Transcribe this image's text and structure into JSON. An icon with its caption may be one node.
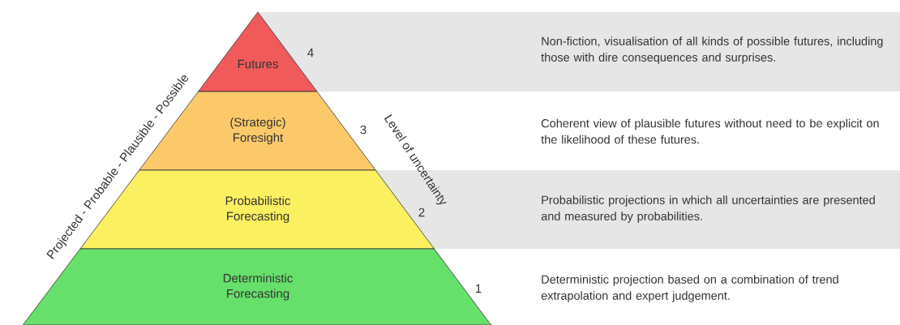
{
  "diagram": {
    "nodes": [
      {
        "text": [
          "Futures"
        ],
        "beside": [
          "4"
        ]
      },
      {
        "text": [
          "(Strategic) Foresight"
        ],
        "beside": [
          "3"
        ]
      },
      {
        "text": [
          "Probabilistic Forecasting"
        ],
        "beside": [
          "2"
        ]
      },
      {
        "text": [
          "Deterministic Forecasting"
        ],
        "beside": [
          "1"
        ]
      }
    ],
    "edges": [],
    "labels": [
      "Projected - Probable - Plausible - Possible",
      "Level of uncertainty",
      "Non-fiction, visualisation of all kinds of possible futures, including those with dire consequences and surprises.",
      "Coherent view of plausible futures without need to be explicit on the likelihood of these futures.",
      "Probabilistic projections in which all uncertainties are presented and measured by probabilities.",
      "Deterministic projection based on a combination of trend extrapolation and expert judgement."
    ]
  }
}
